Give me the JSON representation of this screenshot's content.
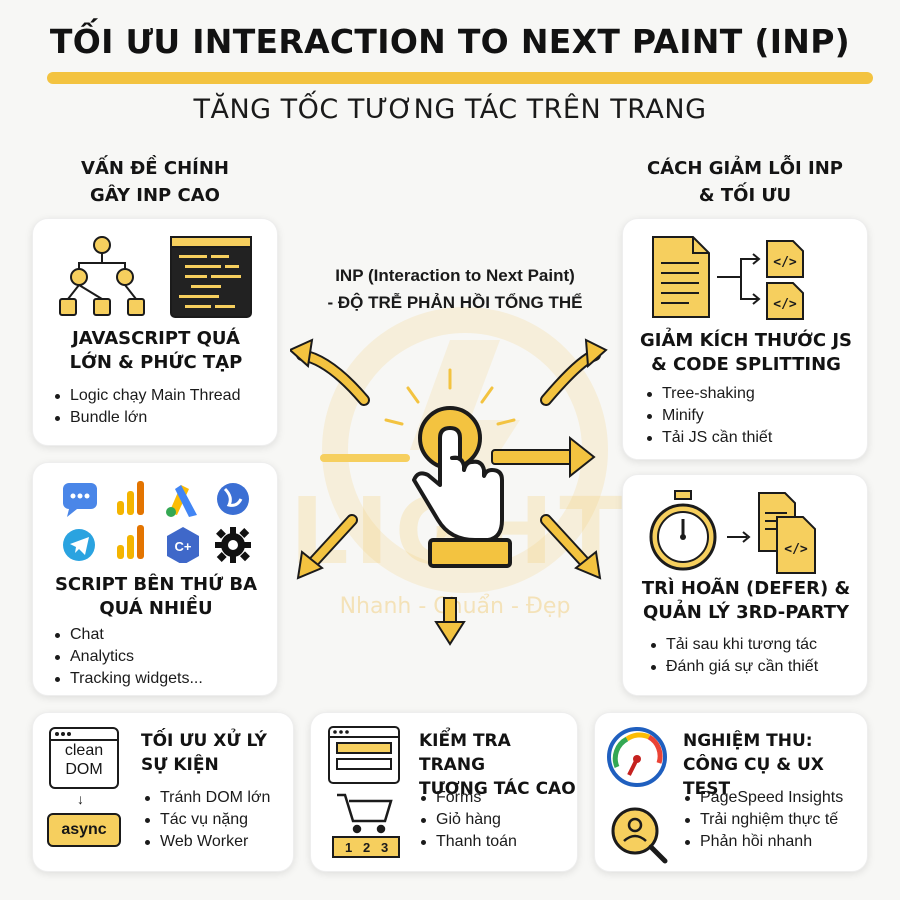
{
  "header": {
    "title": "TỐI ƯU INTERACTION TO NEXT PAINT (INP)",
    "subtitle": "TĂNG TỐC TƯƠNG TÁC TRÊN TRANG"
  },
  "left_heading": [
    "VẤN ĐỀ CHÍNH",
    "GÂY INP CAO"
  ],
  "right_heading": [
    "CÁCH GIẢM LỖI INP",
    "& TỐI ƯU"
  ],
  "center": {
    "label": [
      "INP (Interaction to Next Paint)",
      "- ĐỘ TRỄ PHẢN HỒI TỔNG THỂ"
    ],
    "watermark": "LIGHT",
    "watermark_tagline": "Nhanh - Chuẩn - Đẹp",
    "icon": "tap-hand-icon"
  },
  "cards": {
    "js": {
      "title": [
        "JAVASCRIPT QUÁ",
        "LỚN & PHỨC TẠP"
      ],
      "bullets": [
        "Logic chạy Main Thread",
        "Bundle lớn"
      ],
      "icons": [
        "hierarchy-icon",
        "code-editor-icon"
      ]
    },
    "third_party": {
      "title": [
        "SCRIPT BÊN THỨ BA",
        "QUÁ NHIỀU"
      ],
      "bullets": [
        "Chat",
        "Analytics",
        "Tracking widgets..."
      ],
      "icons": [
        "chat-icon",
        "analytics-icon",
        "ads-icon",
        "globe-icon",
        "telegram-icon",
        "analytics-icon",
        "cplusplus-icon",
        "gear-icon"
      ]
    },
    "reduce_js": {
      "title": [
        "GIẢM KÍCH THƯỚC JS",
        "& CODE SPLITTING"
      ],
      "bullets": [
        "Tree-shaking",
        "Minify",
        "Tải JS cần thiết"
      ]
    },
    "defer": {
      "title": [
        "TRÌ HOÃN (DEFER) &",
        "QUẢN LÝ 3RD-PARTY"
      ],
      "bullets": [
        "Tải sau khi tương tác",
        "Đánh giá sự cần thiết"
      ]
    },
    "events": {
      "title": [
        "TỐI ƯU XỬ LÝ",
        "SỰ KIỆN"
      ],
      "chip_top": [
        "clean",
        "DOM"
      ],
      "chip_bottom": "async",
      "bullets": [
        "Tránh DOM lớn",
        "Tác vụ nặng",
        "Web Worker"
      ]
    },
    "pages": {
      "title": [
        "KIỂM TRA TRANG",
        "TƯƠNG TÁC CAO"
      ],
      "steps": [
        "1",
        "2",
        "3"
      ],
      "bullets": [
        "Forms",
        "Giỏ hàng",
        "Thanh toán"
      ]
    },
    "testing": {
      "title": [
        "NGHIỆM THU:",
        "CÔNG CỤ & UX TEST"
      ],
      "bullets": [
        "PageSpeed Insights",
        "Trải nghiệm thực tế",
        "Phản hồi nhanh"
      ]
    }
  },
  "colors": {
    "accent": "#f3c340",
    "icon_fill": "#f6cf5e",
    "outline": "#1b1b1b",
    "card_bg": "#ffffff",
    "page_bg": "#f7f7f5"
  }
}
